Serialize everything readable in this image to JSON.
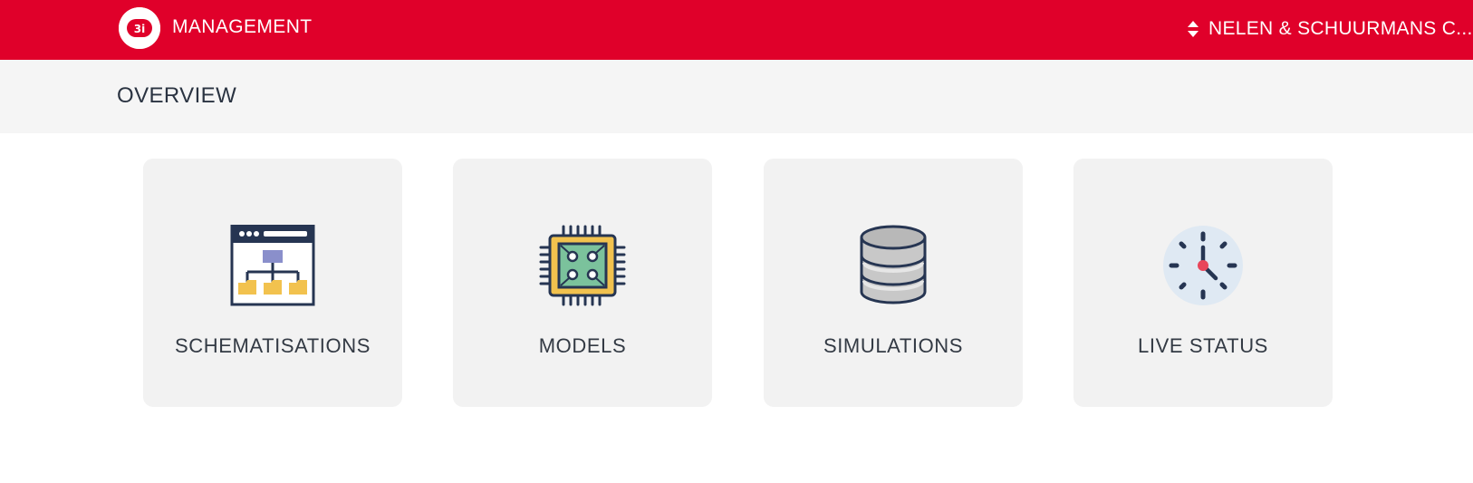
{
  "header": {
    "logo_icon": "3di-logo-icon",
    "app_title": "MANAGEMENT",
    "organisation": "NELEN & SCHUURMANS C...",
    "switch_icon": "sort-icon",
    "colors": {
      "brand": "#e0002a",
      "text": "#ffffff"
    }
  },
  "subheader": {
    "title": "OVERVIEW"
  },
  "cards": [
    {
      "label": "SCHEMATISATIONS",
      "icon": "schematisation-diagram-icon"
    },
    {
      "label": "MODELS",
      "icon": "chip-icon"
    },
    {
      "label": "SIMULATIONS",
      "icon": "database-icon"
    },
    {
      "label": "LIVE STATUS",
      "icon": "clock-icon"
    }
  ]
}
